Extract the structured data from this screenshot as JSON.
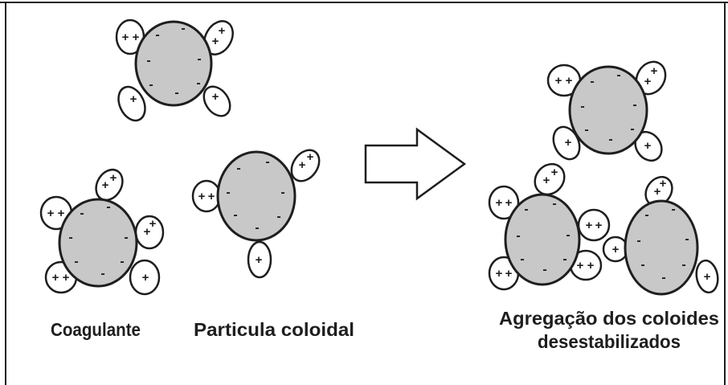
{
  "labels": {
    "coagulant": "Coagulante",
    "colloid": "Particula coloidal",
    "aggregate_line1": "Agregação dos coloides",
    "aggregate_line2": "desestabilizados"
  },
  "symbols": {
    "minus": "-",
    "plus": "+"
  },
  "colors": {
    "particle_fill": "#c8c8c8",
    "outline": "#1e1e1e",
    "background": "#ffffff"
  }
}
